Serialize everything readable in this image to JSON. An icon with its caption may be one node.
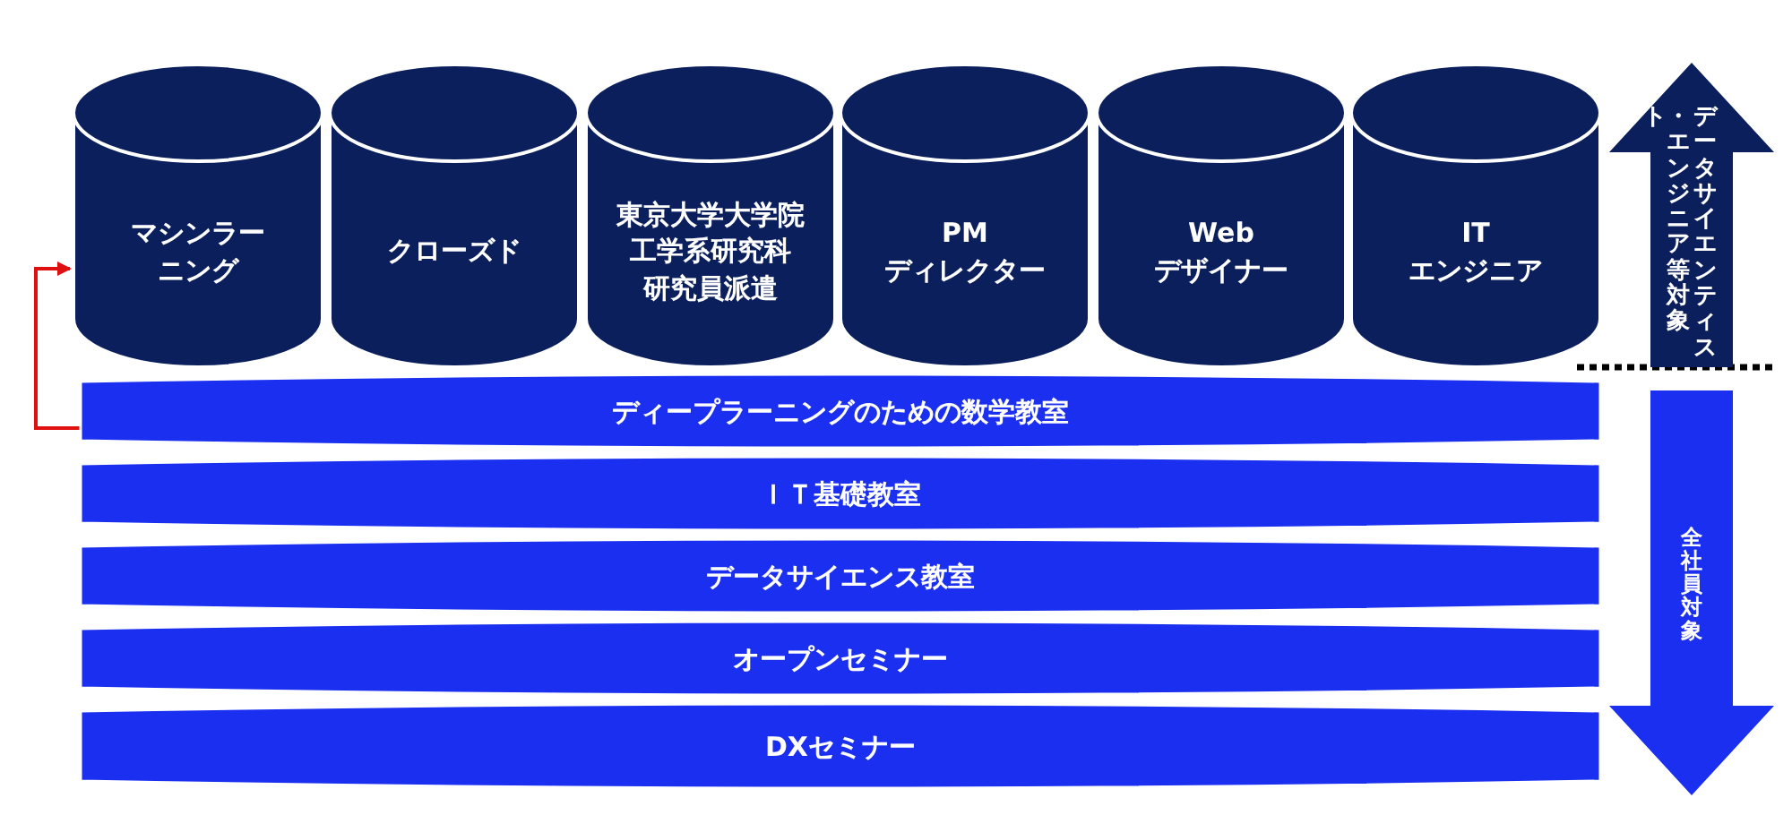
{
  "diagram": {
    "nodes": [
      {
        "text": [
          "マシンラーニング"
        ]
      },
      {
        "text": [
          "クローズド"
        ]
      },
      {
        "text": [
          "東京大学大学院",
          "工学系研究科",
          "研究員派遣"
        ]
      },
      {
        "text": [
          "PM ディレクター"
        ]
      },
      {
        "text": [
          "Web デザイナー"
        ]
      },
      {
        "text": [
          "IT エンジニア"
        ]
      },
      {
        "text": [
          "ディープラーニングのための数学教室"
        ]
      },
      {
        "text": [
          "ＩＴ基礎教室"
        ]
      },
      {
        "text": [
          "データサイエンス教室"
        ]
      },
      {
        "text": [
          "オープンセミナー"
        ]
      },
      {
        "text": [
          "DXセミナー"
        ]
      },
      {
        "text": [
          "データサイエンティスト・エンジニア等対象"
        ]
      },
      {
        "text": [
          "全社員対象"
        ]
      }
    ],
    "edges": [
      {
        "from": 6,
        "to": 0,
        "arrow": "to",
        "color": "#e01010"
      }
    ]
  }
}
